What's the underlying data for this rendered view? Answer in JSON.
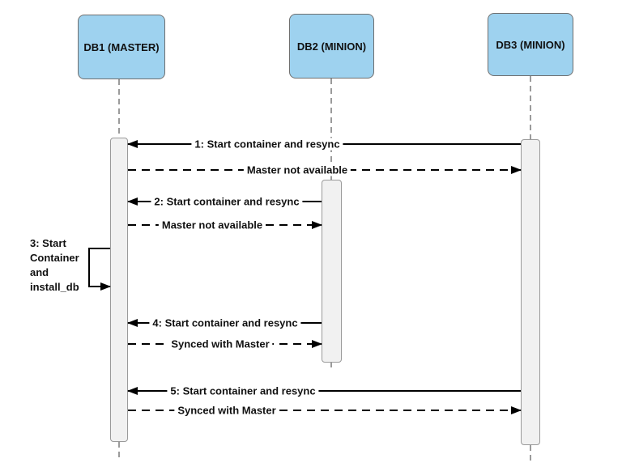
{
  "diagram": {
    "type": "uml-sequence",
    "background": "#ffffff",
    "colors": {
      "actor_fill": "#9ed2ef",
      "actor_border": "#6f6f6f",
      "activation_fill": "#f1f1f1",
      "activation_border": "#9a9a9a",
      "lifeline": "#9b9b9b",
      "message_line": "#000000",
      "text": "#111111"
    },
    "actors": [
      {
        "id": "db1",
        "label": "DB1 (MASTER)"
      },
      {
        "id": "db2",
        "label": "DB2 (MINION)"
      },
      {
        "id": "db3",
        "label": "DB3 (MINION)"
      }
    ],
    "messages": [
      {
        "label": "1: Start container and resync",
        "from": "db3",
        "to": "db1",
        "style": "solid"
      },
      {
        "label": "Master not available",
        "from": "db1",
        "to": "db3",
        "style": "dashed"
      },
      {
        "label": "2: Start container and resync",
        "from": "db2",
        "to": "db1",
        "style": "solid"
      },
      {
        "label": "Master not available",
        "from": "db1",
        "to": "db2",
        "style": "dashed"
      },
      {
        "label": "3: Start\nContainer\nand\ninstall_db",
        "from": "db1",
        "to": "db1",
        "style": "self"
      },
      {
        "label": "4: Start container and resync",
        "from": "db2",
        "to": "db1",
        "style": "solid"
      },
      {
        "label": "Synced with Master",
        "from": "db1",
        "to": "db2",
        "style": "dashed"
      },
      {
        "label": "5: Start container and resync",
        "from": "db3",
        "to": "db1",
        "style": "solid"
      },
      {
        "label": "Synced with Master",
        "from": "db1",
        "to": "db3",
        "style": "dashed"
      }
    ]
  }
}
